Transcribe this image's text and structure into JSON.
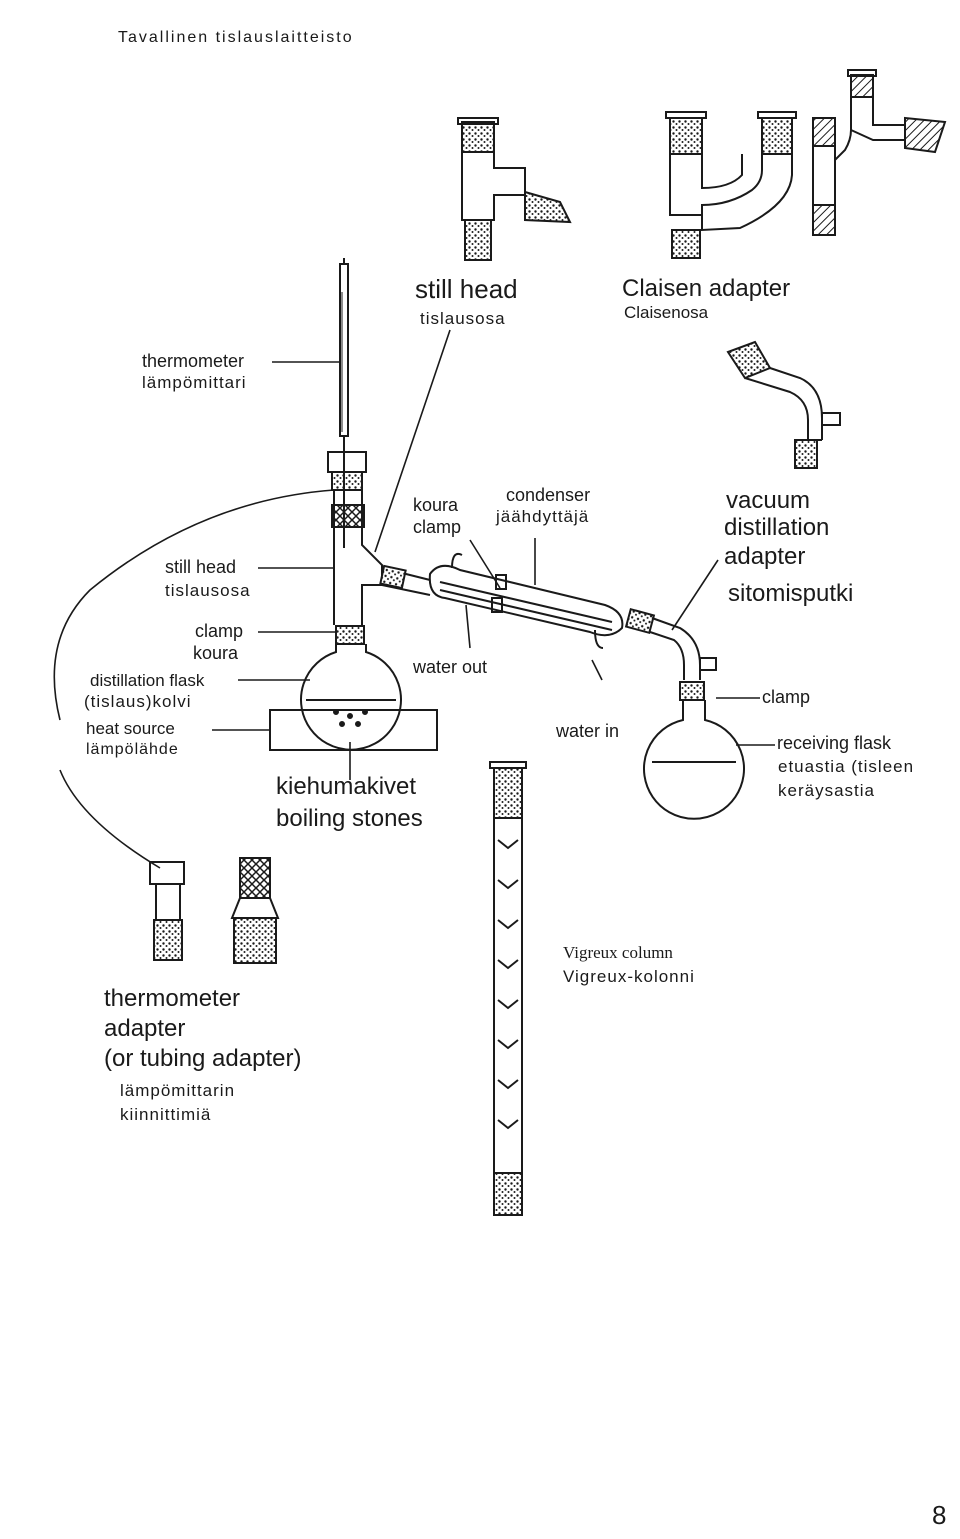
{
  "page": {
    "title": "Tavallinen tislauslaitteisto",
    "page_number": "8"
  },
  "labels": {
    "still_head_top_en": "still head",
    "still_head_top_fi": "tislausosa",
    "claisen_en": "Claisen adapter",
    "claisen_fi": "Claisenosa",
    "thermometer_en": "thermometer",
    "thermometer_fi": "lämpömittari",
    "still_head_en": "still head",
    "still_head_fi": "tislausosa",
    "clamp_left_en": "clamp",
    "clamp_left_fi": "koura",
    "flask_en": "distillation flask",
    "flask_fi": "(tislaus)kolvi",
    "heat_en": "heat source",
    "heat_fi": "lämpölähde",
    "koura": "koura",
    "clamp_mid": "clamp",
    "condenser_en": "condenser",
    "condenser_fi": "jäähdyttäjä",
    "vacuum_1": "vacuum",
    "vacuum_2": "distillation",
    "vacuum_3": "adapter",
    "vacuum_fi": "sitomisputki",
    "water_out": "water out",
    "water_in": "water in",
    "clamp_right": "clamp",
    "receiving_en": "receiving flask",
    "receiving_fi1": "etuastia (tisleen",
    "receiving_fi2": "keräysastia",
    "stones_fi": "kiehumakivet",
    "stones_en": "boiling stones",
    "thermo_adapter_1": "thermometer",
    "thermo_adapter_2": "adapter",
    "thermo_adapter_3": "(or tubing adapter)",
    "thermo_adapter_fi1": "lämpömittarin",
    "thermo_adapter_fi2": "kiinnittimiä",
    "vigreux_en": "Vigreux column",
    "vigreux_fi": "Vigreux-kolonni"
  },
  "colors": {
    "ink": "#1a1a1a",
    "paper": "#ffffff"
  }
}
